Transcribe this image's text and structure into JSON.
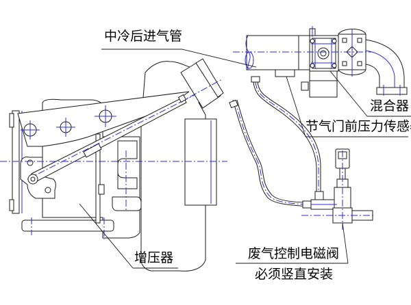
{
  "diagram": {
    "title": "Turbocharger wastegate control assembly",
    "colors": {
      "outline": "#1a1a1a",
      "centerline": "#2a2ae0",
      "background": "#ffffff"
    },
    "labels": {
      "intake_pipe": "中冷后进气管",
      "mixer": "混合器",
      "pressure_sensor": "节气门前压力传感器",
      "turbocharger": "增压器",
      "solenoid_valve": "废气控制电磁阀",
      "install_note": "必须竖直安装"
    }
  }
}
